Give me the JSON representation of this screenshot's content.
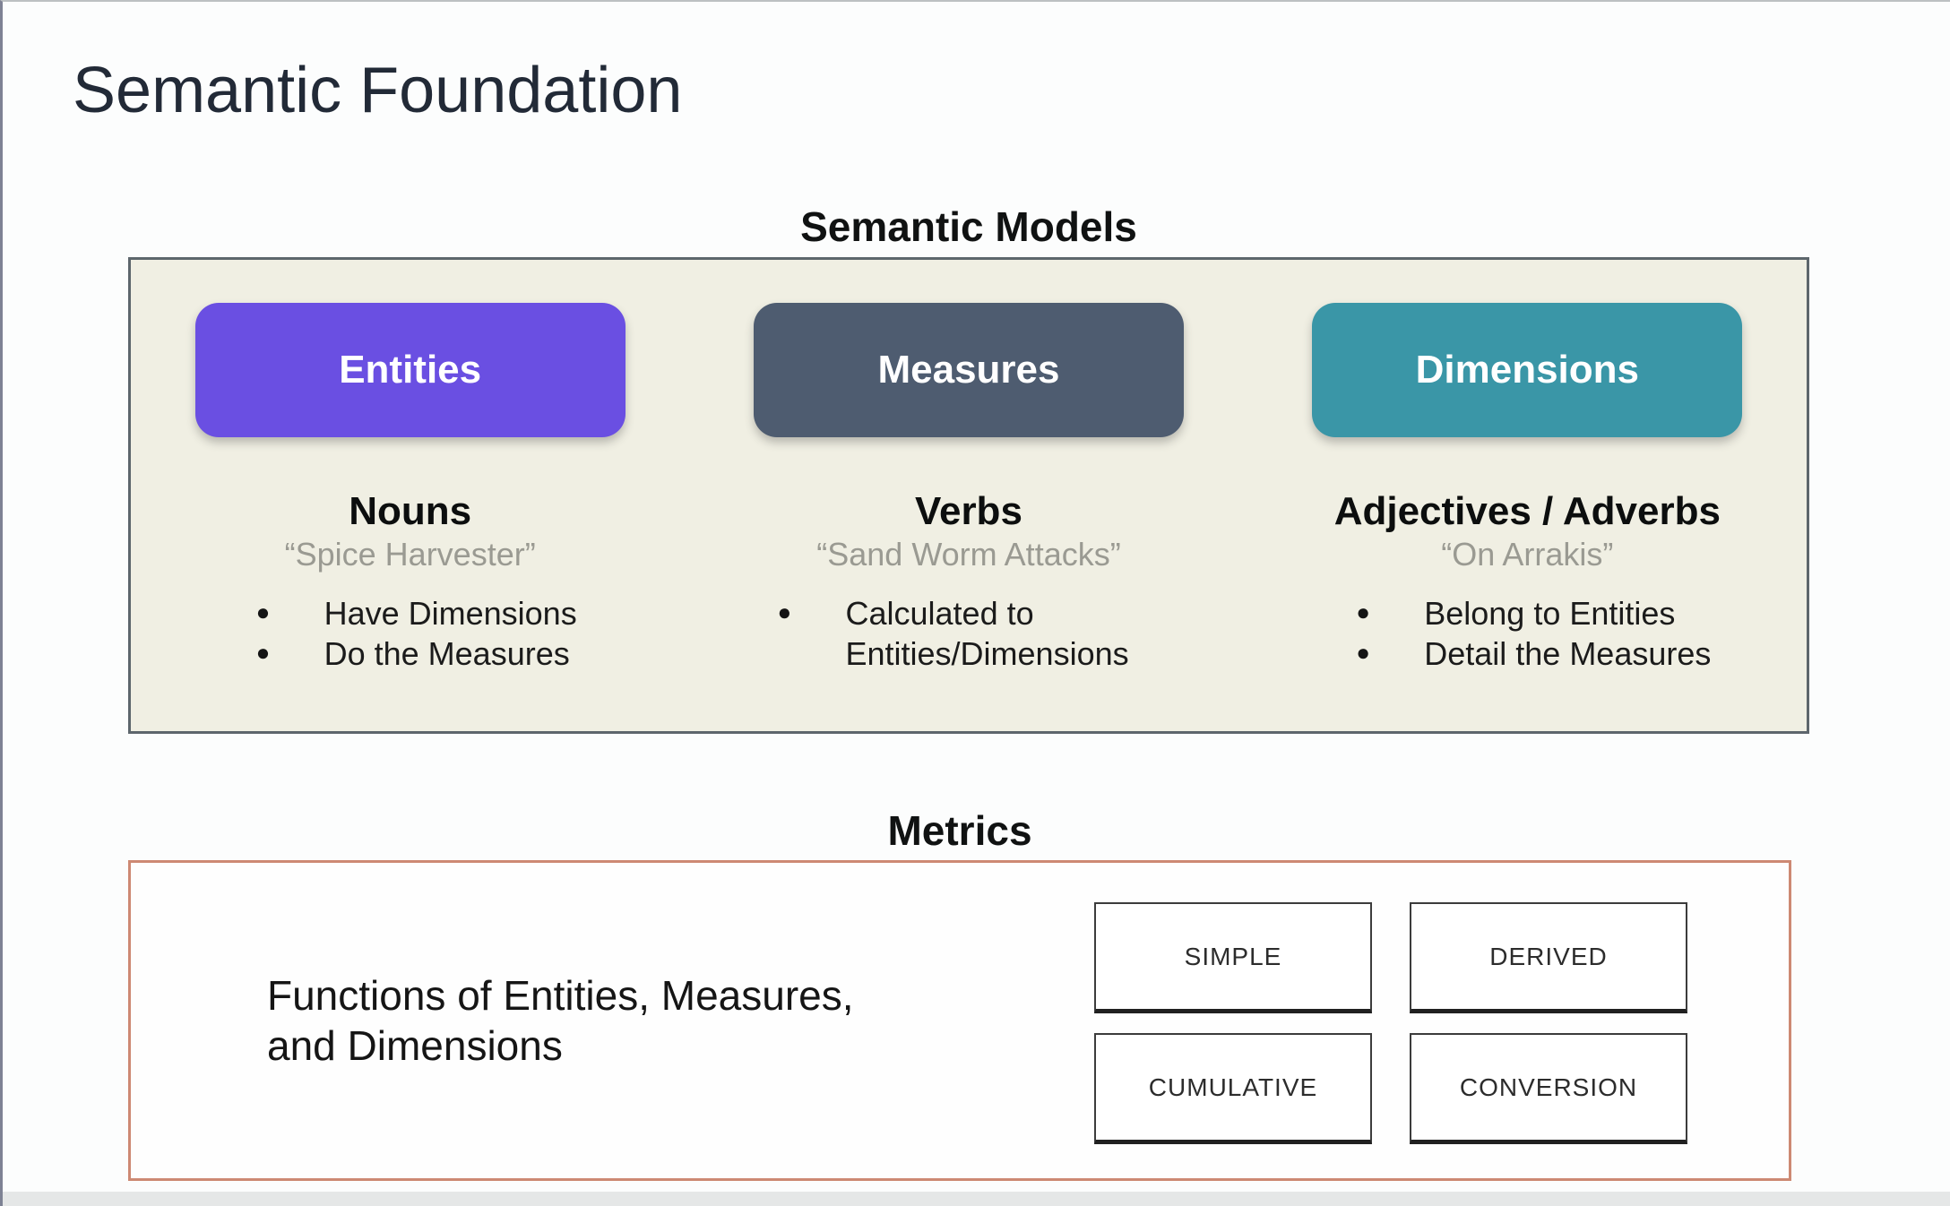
{
  "page": {
    "title": "Semantic Foundation"
  },
  "colors": {
    "models_box_bg": "#f0efe3",
    "models_box_border": "#5d666c",
    "entities_pill": "#6a4fe2",
    "measures_pill": "#4e5c70",
    "dimensions_pill": "#3a96a7",
    "metrics_box_border": "#cd8973"
  },
  "semantic_models": {
    "heading": "Semantic Models",
    "columns": [
      {
        "pill": "Entities",
        "pill_color": "#6a4fe2",
        "subtitle": "Nouns",
        "quote": "“Spice Harvester”",
        "bullets": [
          "Have Dimensions",
          "Do the Measures"
        ]
      },
      {
        "pill": "Measures",
        "pill_color": "#4e5c70",
        "subtitle": "Verbs",
        "quote": "“Sand Worm Attacks”",
        "bullets": [
          "Calculated to Entities/Dimensions"
        ]
      },
      {
        "pill": "Dimensions",
        "pill_color": "#3a96a7",
        "subtitle": "Adjectives / Adverbs",
        "quote": "“On Arrakis”",
        "bullets": [
          "Belong to Entities",
          "Detail the Measures"
        ]
      }
    ]
  },
  "metrics": {
    "heading": "Metrics",
    "description_line1": "Functions of Entities, Measures,",
    "description_line2": "and Dimensions",
    "border_color": "#cd8973",
    "types": [
      "SIMPLE",
      "DERIVED",
      "CUMULATIVE",
      "CONVERSION"
    ]
  }
}
